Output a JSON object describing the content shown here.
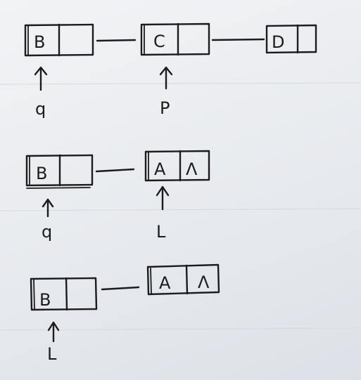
{
  "diagram_1": {
    "nodes": [
      {
        "value": "B",
        "link": ""
      },
      {
        "value": "C",
        "link": ""
      },
      {
        "value": "D",
        "link": ""
      }
    ],
    "pointers": [
      {
        "label": "q",
        "node": "B"
      },
      {
        "label": "P",
        "node": "C"
      }
    ]
  },
  "diagram_2": {
    "nodes": [
      {
        "value": "B",
        "link": ""
      },
      {
        "value": "A",
        "link": "Λ"
      }
    ],
    "pointers": [
      {
        "label": "q",
        "node": "B"
      },
      {
        "label": "L",
        "node": "A"
      }
    ]
  },
  "diagram_3": {
    "nodes": [
      {
        "value": "B",
        "link": ""
      },
      {
        "value": "A",
        "link": "Λ"
      }
    ],
    "pointers": [
      {
        "label": "L",
        "node": "B"
      }
    ]
  }
}
